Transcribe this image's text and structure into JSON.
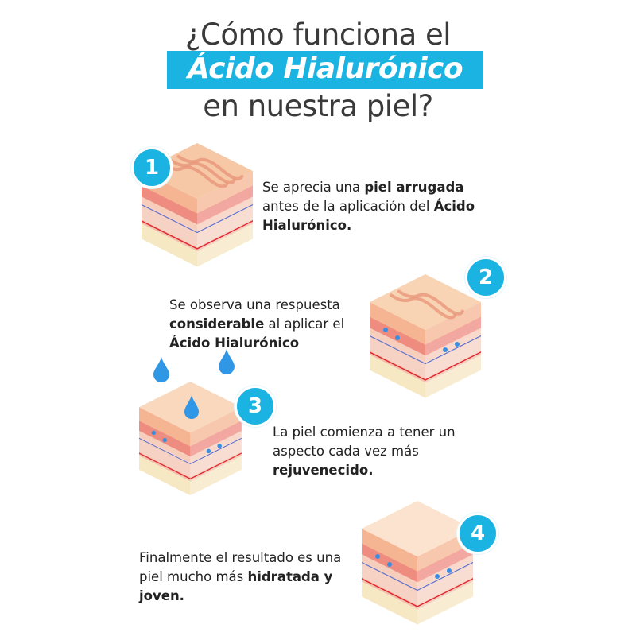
{
  "title": {
    "line1": "¿Cómo funciona el",
    "highlight": "Ácido Hialurónico",
    "line3": "en nuestra piel?"
  },
  "colors": {
    "accent": "#1bb4e2",
    "text": "#333333"
  },
  "steps": [
    {
      "number": "1",
      "parts": [
        {
          "t": "Se aprecia una ",
          "b": false
        },
        {
          "t": "piel arrugada",
          "b": true
        },
        {
          "t": " antes de la aplicación del ",
          "b": false
        },
        {
          "t": "Ácido Hialurónico.",
          "b": true
        }
      ],
      "skin": "wrinkled"
    },
    {
      "number": "2",
      "parts": [
        {
          "t": "Se observa una respuesta ",
          "b": false
        },
        {
          "t": "considerable",
          "b": true
        },
        {
          "t": " al aplicar el ",
          "b": false
        },
        {
          "t": "Ácido Hialurónico",
          "b": true
        }
      ],
      "skin": "slightly-wrinkled"
    },
    {
      "number": "3",
      "parts": [
        {
          "t": "La piel comienza a tener un aspecto cada vez más ",
          "b": false
        },
        {
          "t": "rejuvenecido.",
          "b": true
        }
      ],
      "skin": "smoother"
    },
    {
      "number": "4",
      "parts": [
        {
          "t": "Finalmente el resultado es una piel mucho más ",
          "b": false
        },
        {
          "t": "hidratada y joven.",
          "b": true
        }
      ],
      "skin": "smooth"
    }
  ]
}
